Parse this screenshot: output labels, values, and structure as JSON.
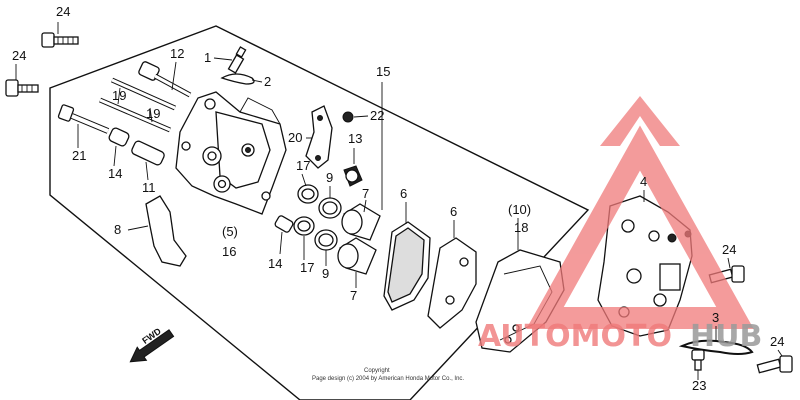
{
  "diagram": {
    "callouts": [
      "24",
      "24",
      "12",
      "1",
      "2",
      "15",
      "19",
      "19",
      "21",
      "14",
      "11",
      "22",
      "20",
      "13",
      "17",
      "9",
      "7",
      "6",
      "6",
      "(10)",
      "18",
      "4",
      "8",
      "(5)",
      "16",
      "14",
      "17",
      "9",
      "7",
      "24",
      "3",
      "24",
      "23"
    ],
    "fwd_label": "FWD",
    "copyright_line1": "Copyright",
    "copyright_line2": "Page design (c) 2004 by American Honda Motor Co., Inc.",
    "watermark_text_left": "AUTOMOTO",
    "watermark_text_right": "HUB",
    "colors": {
      "watermark_red": "#f07a7a",
      "watermark_grey": "#9a9a9a",
      "line": "#111111"
    }
  }
}
